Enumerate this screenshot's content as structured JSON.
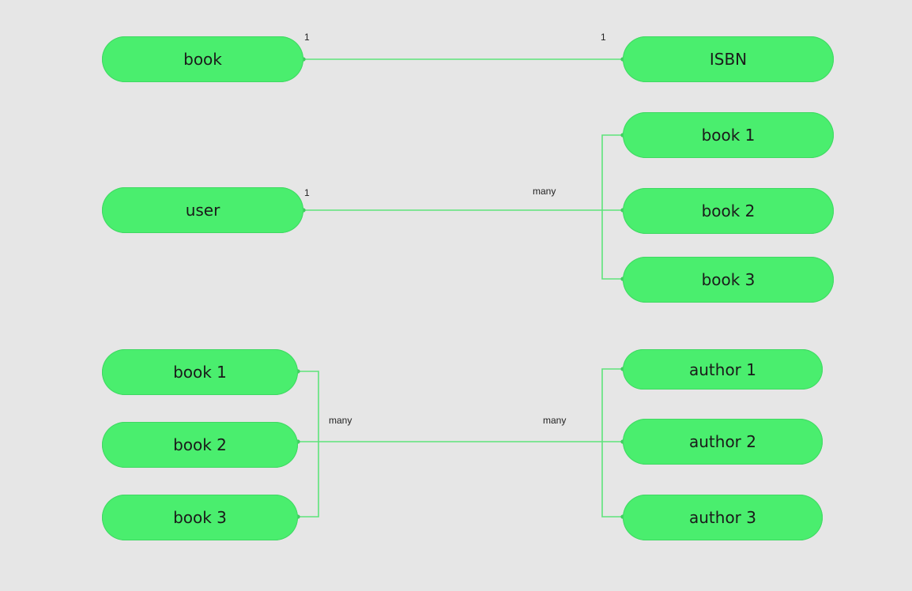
{
  "colors": {
    "background": "#e6e6e6",
    "node_fill": "#4aee6e",
    "connector": "#5ee37a"
  },
  "diagrams": {
    "one_to_one": {
      "left": {
        "label": "book"
      },
      "right": {
        "label": "ISBN"
      },
      "left_cardinality": "1",
      "right_cardinality": "1"
    },
    "one_to_many": {
      "left": {
        "label": "user"
      },
      "right": [
        {
          "label": "book 1"
        },
        {
          "label": "book 2"
        },
        {
          "label": "book 3"
        }
      ],
      "left_cardinality": "1",
      "right_cardinality": "many"
    },
    "many_to_many": {
      "left": [
        {
          "label": "book 1"
        },
        {
          "label": "book 2"
        },
        {
          "label": "book 3"
        }
      ],
      "right": [
        {
          "label": "author 1"
        },
        {
          "label": "author 2"
        },
        {
          "label": "author 3"
        }
      ],
      "left_cardinality": "many",
      "right_cardinality": "many"
    }
  }
}
